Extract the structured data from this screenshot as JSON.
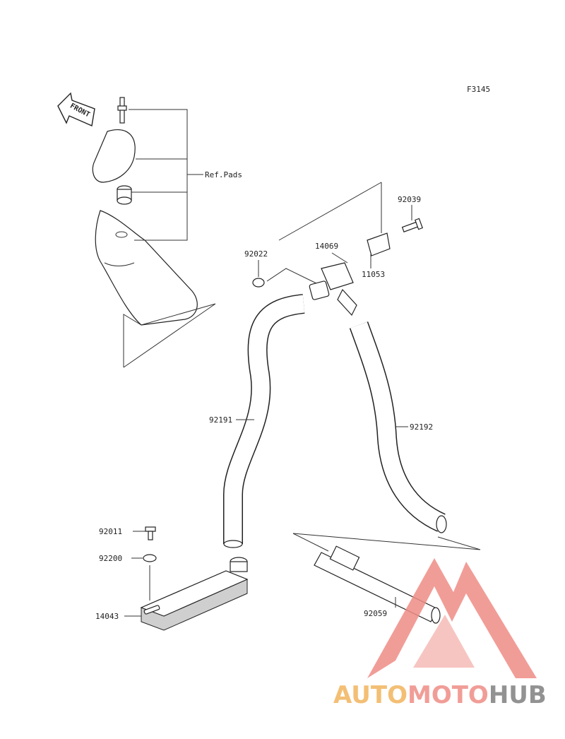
{
  "diagram_code": "F3145",
  "front_arrow_text": "FRONT",
  "labels": {
    "ref_pads": "Ref.Pads",
    "p92039": "92039",
    "p92022": "92022",
    "p14069": "14069",
    "p11053": "11053",
    "p92191": "92191",
    "p92192": "92192",
    "p92011": "92011",
    "p92200": "92200",
    "p14043": "14043",
    "p92059": "92059"
  },
  "watermark": {
    "part1": "AUTO",
    "part2": "MOTO",
    "part3": "HUB",
    "color1": "#f2b55e",
    "color2": "#ef8c86",
    "color3": "#7f7f7f"
  }
}
